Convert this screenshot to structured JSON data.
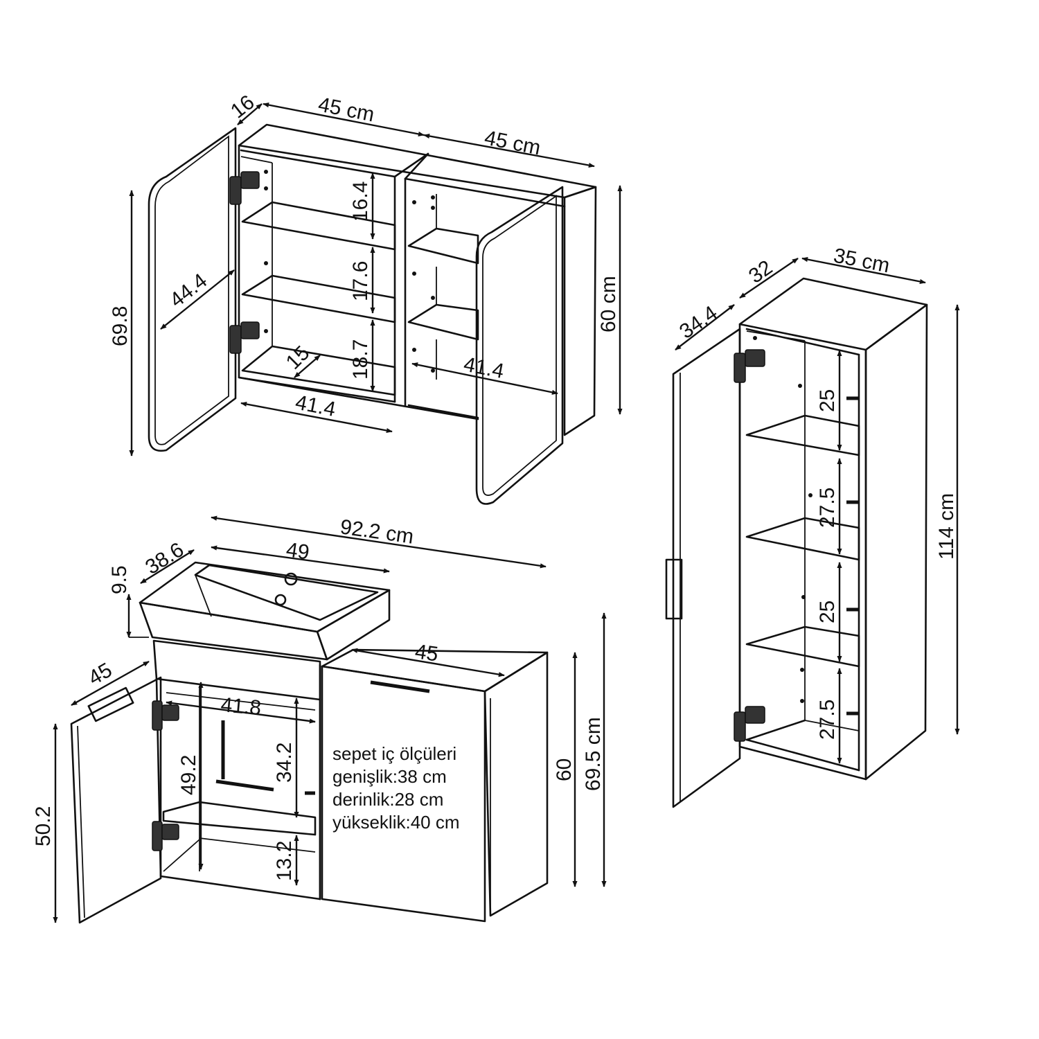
{
  "wall_cabinet": {
    "depth": "16",
    "width_left": "45 cm",
    "width_right": "45 cm",
    "height_total": "60 cm",
    "door_height": "69.8",
    "door_width": "44.4",
    "shelf_top": "16.4",
    "shelf_mid": "17.6",
    "shelf_bottom": "18.7",
    "inner_depth": "15",
    "inner_width_left": "41.4",
    "inner_width_right": "41.4"
  },
  "tall_cabinet": {
    "depth": "32",
    "width": "35 cm",
    "door_width": "34.4",
    "height_total": "114 cm",
    "shelf_1": "25",
    "shelf_2": "27.5",
    "shelf_3": "25",
    "shelf_4": "27.5"
  },
  "vanity": {
    "total_width": "92.2 cm",
    "sink_width": "49",
    "sink_depth": "38.6",
    "sink_height": "9.5",
    "door_width": "45",
    "door_height": "50.2",
    "inner_width": "41.8",
    "inner_height": "49.2",
    "shelf_upper": "34.2",
    "shelf_lower": "13.2",
    "drawer_width": "45",
    "body_height": "60",
    "height_total": "69.5 cm",
    "basket_title": "sepet iç ölçüleri",
    "basket_width": "genişlik:38 cm",
    "basket_depth": "derinlik:28 cm",
    "basket_height": "yükseklik:40 cm"
  }
}
